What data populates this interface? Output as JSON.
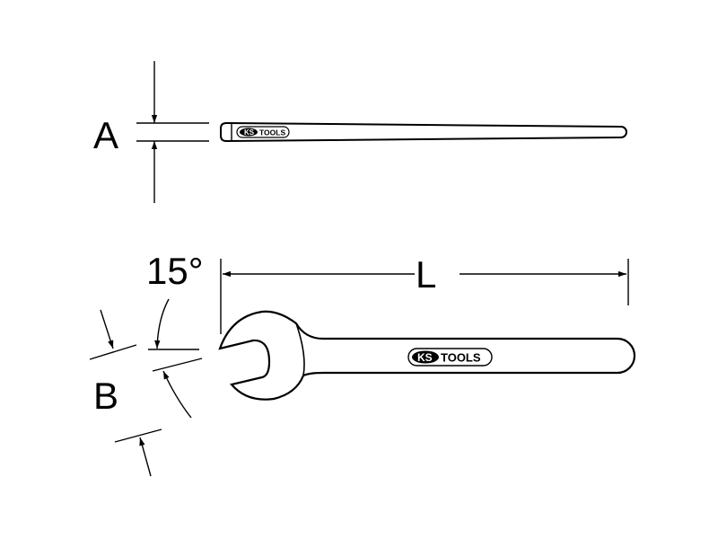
{
  "labels": {
    "a": "A",
    "b": "B",
    "l": "L",
    "angle": "15°"
  },
  "logo": {
    "brand_ks": "KS",
    "brand_tools": "TOOLS"
  },
  "colors": {
    "stroke": "#000000",
    "background": "#ffffff"
  }
}
